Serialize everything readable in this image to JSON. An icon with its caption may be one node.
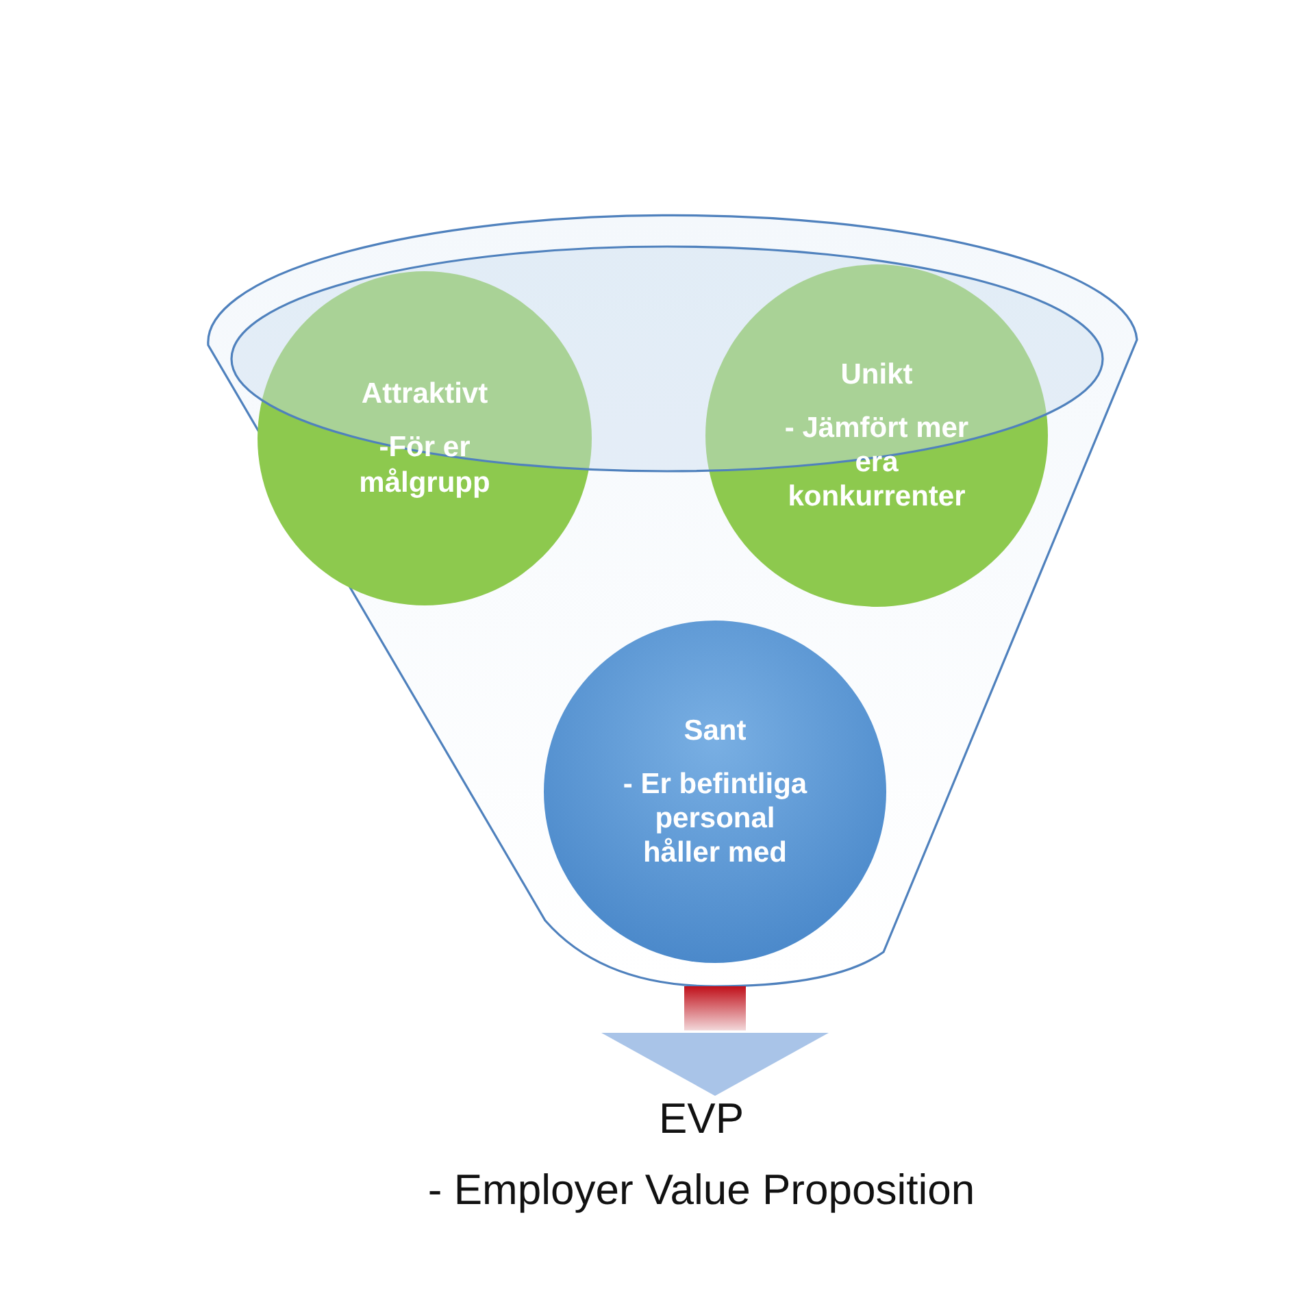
{
  "diagram": {
    "nodes": [
      {
        "text": [],
        "shape": "funnel"
      },
      {
        "text": [
          "Attraktivt",
          "-För er målgrupp"
        ],
        "in": 0
      },
      {
        "text": [
          "Unikt",
          "- Jämfört mer era konkurrenter"
        ],
        "in": 0
      },
      {
        "text": [
          "Sant",
          "- Er befintliga personal håller med"
        ],
        "in": 0
      },
      {
        "text": [
          "EVP",
          "- Employer Value Proposition"
        ]
      }
    ],
    "edges": [
      {
        "from": 0,
        "to": 4,
        "arrow": "to",
        "style": "thick"
      }
    ]
  }
}
